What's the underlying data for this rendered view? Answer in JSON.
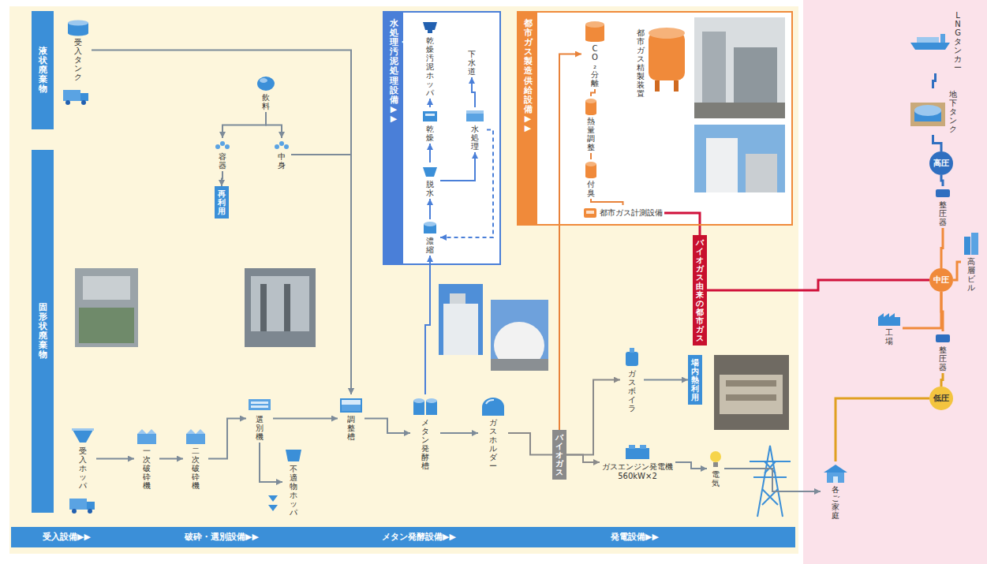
{
  "diagram": {
    "nodes": [
      {
        "text": [
          "液状廃棄物"
        ]
      },
      {
        "text": [
          "固形状廃棄物"
        ]
      },
      {
        "text": [
          "受入タンク"
        ]
      },
      {
        "text": [
          "受入ホッパ"
        ]
      },
      {
        "text": [
          "一次破砕機"
        ]
      },
      {
        "text": [
          "二次破砕機"
        ]
      },
      {
        "text": [
          "選別機"
        ]
      },
      {
        "text": [
          "不適物ホッパ"
        ]
      },
      {
        "text": [
          "飲料"
        ]
      },
      {
        "text": [
          "容器"
        ]
      },
      {
        "text": [
          "再利用"
        ]
      },
      {
        "text": [
          "中身"
        ]
      },
      {
        "text": [
          "調整槽"
        ]
      },
      {
        "text": [
          "メタン発酵槽"
        ]
      },
      {
        "text": [
          "ガスホルダー"
        ]
      },
      {
        "text": [
          "バイオガス"
        ]
      },
      {
        "text": [
          "ガスボイラ"
        ]
      },
      {
        "text": [
          "場内熱利用"
        ]
      },
      {
        "text": [
          "ガスエンジン発電機 560kW×2"
        ]
      },
      {
        "text": [
          "電気"
        ]
      },
      {
        "text": [
          "水処理・汚泥処理設備▶▶"
        ]
      },
      {
        "text": [
          "濃縮"
        ],
        "in": 20
      },
      {
        "text": [
          "脱水"
        ],
        "in": 20
      },
      {
        "text": [
          "乾燥"
        ],
        "in": 20
      },
      {
        "text": [
          "乾燥汚泥ホッパ"
        ],
        "in": 20
      },
      {
        "text": [
          "水処理"
        ],
        "in": 20
      },
      {
        "text": [
          "下水道"
        ],
        "in": 20
      },
      {
        "text": [
          "都市ガス製造供給設備▶▶"
        ]
      },
      {
        "text": [
          "都市ガス計測設備"
        ],
        "in": 27
      },
      {
        "text": [
          "付臭"
        ],
        "in": 27
      },
      {
        "text": [
          "熱量調整"
        ],
        "in": 27
      },
      {
        "text": [
          "CO₂分離"
        ],
        "in": 27
      },
      {
        "text": [
          "バイオガス由来の都市ガス"
        ]
      },
      {
        "text": [
          "各ご家庭"
        ]
      },
      {
        "text": [
          "低圧"
        ]
      },
      {
        "text": [
          "整圧器"
        ]
      },
      {
        "text": [
          "工場"
        ]
      },
      {
        "text": [
          "中圧"
        ]
      },
      {
        "text": [
          "高層ビル"
        ]
      },
      {
        "text": [
          "整圧器"
        ]
      },
      {
        "text": [
          "高圧"
        ]
      },
      {
        "text": [
          "地下タンク"
        ]
      },
      {
        "text": [
          "LNGタンカー"
        ]
      },
      {
        "text": [
          "受入設備▶▶",
          "破砕・選別設備▶▶",
          "メタン発酵設備▶▶",
          "発電設備▶▶"
        ]
      }
    ],
    "edges": [
      {
        "from": 2,
        "to": 12,
        "arrow": "to"
      },
      {
        "from": 3,
        "to": 4,
        "arrow": "to"
      },
      {
        "from": 4,
        "to": 5,
        "arrow": "to"
      },
      {
        "from": 5,
        "to": 6,
        "arrow": "to"
      },
      {
        "from": 6,
        "to": 7,
        "arrow": "to"
      },
      {
        "from": 6,
        "to": 12,
        "arrow": "to"
      },
      {
        "from": 8,
        "to": 9,
        "arrow": "to"
      },
      {
        "from": 8,
        "to": 11,
        "arrow": "to"
      },
      {
        "from": 9,
        "to": 10,
        "arrow": "to"
      },
      {
        "from": 11,
        "to": 12,
        "arrow": "to"
      },
      {
        "from": 12,
        "to": 13,
        "arrow": "to"
      },
      {
        "from": 13,
        "to": 14,
        "arrow": "to"
      },
      {
        "from": 13,
        "to": 21,
        "arrow": "to"
      },
      {
        "from": 14,
        "to": 15,
        "arrow": "none"
      },
      {
        "from": 15,
        "to": 16,
        "arrow": "to"
      },
      {
        "from": 15,
        "to": 18,
        "arrow": "to"
      },
      {
        "from": 15,
        "to": 31,
        "arrow": "to"
      },
      {
        "from": 16,
        "to": 17,
        "arrow": "to"
      },
      {
        "from": 18,
        "to": 19,
        "arrow": "to"
      },
      {
        "from": 19,
        "to": 33,
        "arrow": "to"
      },
      {
        "from": 21,
        "to": 22,
        "arrow": "to"
      },
      {
        "from": 22,
        "to": 23,
        "arrow": "to"
      },
      {
        "from": 23,
        "to": 24,
        "arrow": "to"
      },
      {
        "from": 22,
        "to": 25,
        "arrow": "to"
      },
      {
        "from": 25,
        "to": 26,
        "arrow": "to"
      },
      {
        "from": 25,
        "to": 21,
        "arrow": "to"
      },
      {
        "from": 31,
        "to": 30,
        "arrow": "none"
      },
      {
        "from": 30,
        "to": 29,
        "arrow": "none"
      },
      {
        "from": 29,
        "to": 28,
        "arrow": "none"
      },
      {
        "from": 28,
        "to": 32,
        "arrow": "none"
      },
      {
        "from": 32,
        "to": 37,
        "arrow": "none"
      },
      {
        "from": 42,
        "to": 41,
        "arrow": "none"
      },
      {
        "from": 41,
        "to": 40,
        "arrow": "none"
      },
      {
        "from": 40,
        "to": 39,
        "arrow": "none"
      },
      {
        "from": 39,
        "to": 37,
        "arrow": "none"
      },
      {
        "from": 37,
        "to": 38,
        "arrow": "none"
      },
      {
        "from": 37,
        "to": 36,
        "arrow": "none"
      },
      {
        "from": 37,
        "to": 35,
        "arrow": "none"
      },
      {
        "from": 35,
        "to": 34,
        "arrow": "none"
      },
      {
        "from": 34,
        "to": 33,
        "arrow": "none"
      }
    ],
    "labels": [
      "都市ガス精製装置"
    ]
  }
}
